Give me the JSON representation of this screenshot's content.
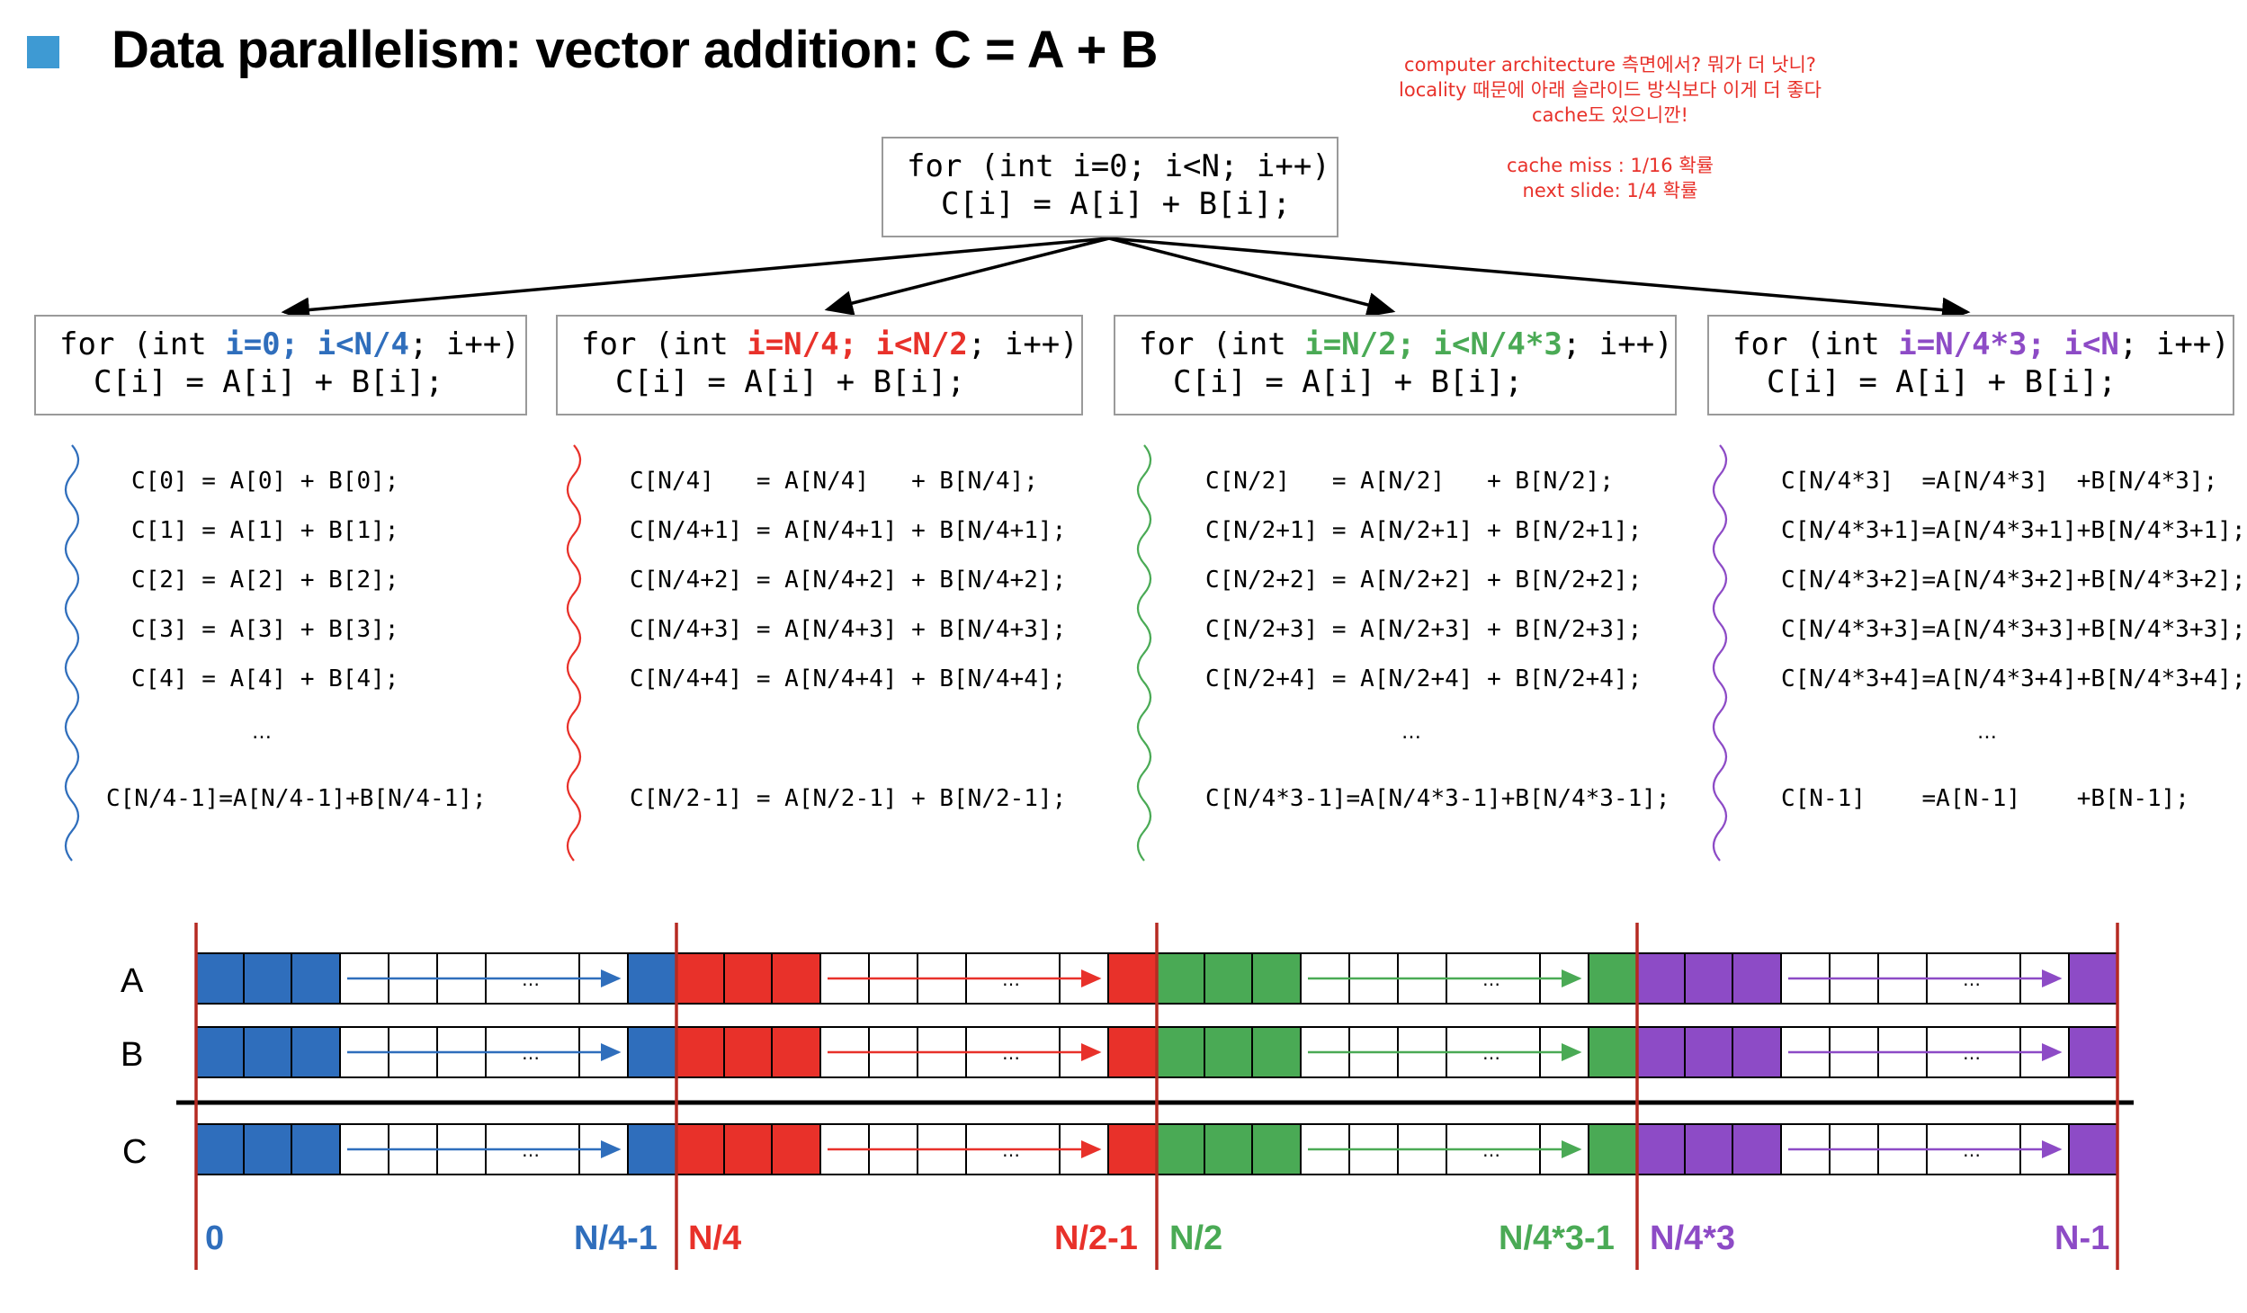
{
  "header": {
    "title": "Data parallelism: vector addition: C = A + B"
  },
  "note": {
    "lines": [
      "computer architecture 측면에서? 뭐가 더 낫니?",
      "locality 때문에 아래 슬라이드 방식보다 이게 더 좋다",
      "cache도 있으니깐!",
      "",
      "cache miss : 1/16 확률",
      "next slide: 1/4 확률"
    ]
  },
  "top_loop": {
    "line1": "for (int i=0; i<N; i++)",
    "line2": "C[i] = A[i] + B[i];"
  },
  "colors": {
    "blue": "#2f6ebc",
    "red": "#e8312a",
    "green": "#4aaa55",
    "purple": "#8d4bc6",
    "bullet": "#3e9ad3",
    "divider": "#b52a22"
  },
  "partitions": [
    {
      "color": "blue",
      "loop": {
        "pre": "for (int ",
        "start": "i=0;",
        "sep": " ",
        "cond": "i<N/4",
        "post": "; i++)",
        "line2": "C[i] = A[i] + B[i];"
      },
      "statements": [
        "C[0] = A[0] + B[0];",
        "C[1] = A[1] + B[1];",
        "C[2] = A[2] + B[2];",
        "C[3] = A[3] + B[3];",
        "C[4] = A[4] + B[4];"
      ],
      "ellipsis": "…",
      "last": "C[N/4-1]=A[N/4-1]+B[N/4-1];",
      "start_label": "0",
      "end_label": "N/4-1"
    },
    {
      "color": "red",
      "loop": {
        "pre": "for (int ",
        "start": "i=N/4;",
        "sep": " ",
        "cond": "i<N/2",
        "post": "; i++)",
        "line2": "C[i] = A[i] + B[i];"
      },
      "statements": [
        "C[N/4]   = A[N/4]   + B[N/4];",
        "C[N/4+1] = A[N/4+1] + B[N/4+1];",
        "C[N/4+2] = A[N/4+2] + B[N/4+2];",
        "C[N/4+3] = A[N/4+3] + B[N/4+3];",
        "C[N/4+4] = A[N/4+4] + B[N/4+4];"
      ],
      "ellipsis": "",
      "last": "C[N/2-1] = A[N/2-1] + B[N/2-1];",
      "start_label": "N/4",
      "end_label": "N/2-1"
    },
    {
      "color": "green",
      "loop": {
        "pre": "for (int ",
        "start": "i=N/2;",
        "sep": " ",
        "cond": "i<N/4*3",
        "post": "; i++)",
        "line2": "C[i] = A[i] + B[i];"
      },
      "statements": [
        "C[N/2]   = A[N/2]   + B[N/2];",
        "C[N/2+1] = A[N/2+1] + B[N/2+1];",
        "C[N/2+2] = A[N/2+2] + B[N/2+2];",
        "C[N/2+3] = A[N/2+3] + B[N/2+3];",
        "C[N/2+4] = A[N/2+4] + B[N/2+4];"
      ],
      "ellipsis": "…",
      "last": "C[N/4*3-1]=A[N/4*3-1]+B[N/4*3-1];",
      "start_label": "N/2",
      "end_label": "N/4*3-1"
    },
    {
      "color": "purple",
      "loop": {
        "pre": "for (int ",
        "start": "i=N/4*3;",
        "sep": " ",
        "cond": "i<N",
        "post": "; i++)",
        "line2": "C[i] = A[i] + B[i];"
      },
      "statements": [
        "C[N/4*3]  =A[N/4*3]  +B[N/4*3];",
        "C[N/4*3+1]=A[N/4*3+1]+B[N/4*3+1];",
        "C[N/4*3+2]=A[N/4*3+2]+B[N/4*3+2];",
        "C[N/4*3+3]=A[N/4*3+3]+B[N/4*3+3];",
        "C[N/4*3+4]=A[N/4*3+4]+B[N/4*3+4];"
      ],
      "ellipsis": "…",
      "last": "C[N-1]    =A[N-1]    +B[N-1];",
      "start_label": "N/4*3",
      "end_label": "N-1"
    }
  ],
  "array_rows": [
    "A",
    "B",
    "C"
  ],
  "cell_ellipsis": "…"
}
